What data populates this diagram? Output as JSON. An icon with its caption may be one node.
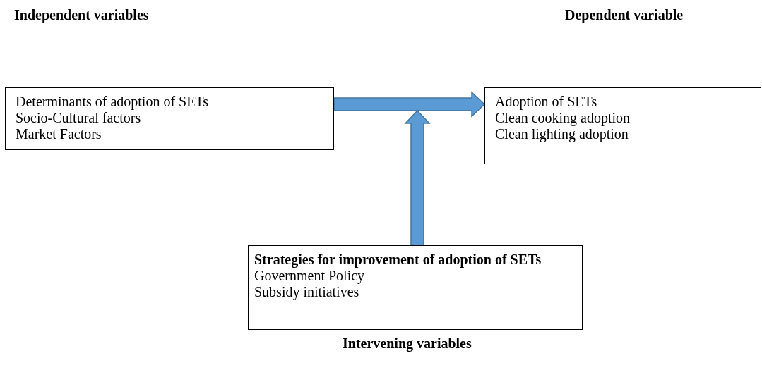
{
  "diagram": {
    "nodes": [
      {
        "text": [
          "Determinants of adoption of SETs",
          "Socio-Cultural factors",
          "Market Factors"
        ]
      },
      {
        "text": [
          "Adoption of SETs",
          "Clean cooking adoption",
          "Clean lighting adoption"
        ]
      },
      {
        "text": [
          "Strategies for improvement of adoption of SETs",
          "Government Policy",
          "Subsidy initiatives"
        ]
      }
    ],
    "edges": [
      {
        "from": 0,
        "to": 1,
        "arrow": "to",
        "style": "thick",
        "color": "#5b9bd5"
      },
      {
        "from": 2,
        "to": null,
        "arrow": "to",
        "style": "thick",
        "color": "#5b9bd5"
      }
    ],
    "labels": [
      "Independent variables",
      "Dependent variable",
      "Intervening variables"
    ]
  }
}
